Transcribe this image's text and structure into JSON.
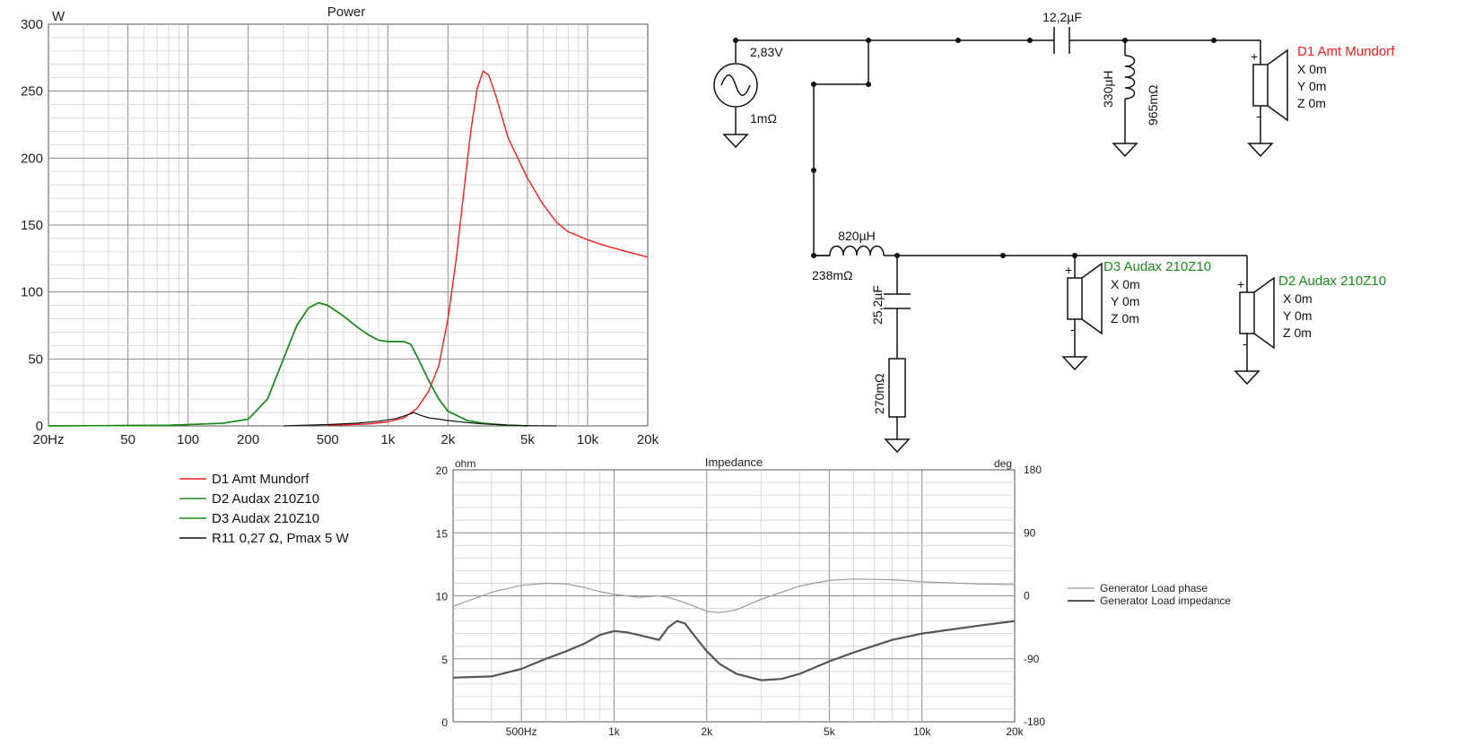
{
  "colors": {
    "d1": "#ff1a1a",
    "d2": "#1a8a1a",
    "d3": "#1a8a1a",
    "r11": "#111111",
    "phase": "#999999",
    "impedance": "#555555",
    "grid_major": "#8c8c8c",
    "grid_minor": "#d0d0d0"
  },
  "chart_data": [
    {
      "type": "line",
      "title": "Power",
      "ylabel": "W",
      "xscale": "log",
      "xlim": [
        20,
        20000
      ],
      "ylim": [
        0,
        300
      ],
      "grid": true,
      "legend_position": "bottom",
      "x_ticks": [
        {
          "v": 20,
          "label": "20Hz"
        },
        {
          "v": 50,
          "label": "50"
        },
        {
          "v": 100,
          "label": "100"
        },
        {
          "v": 200,
          "label": "200"
        },
        {
          "v": 500,
          "label": "500"
        },
        {
          "v": 1000,
          "label": "1k"
        },
        {
          "v": 2000,
          "label": "2k"
        },
        {
          "v": 5000,
          "label": "5k"
        },
        {
          "v": 10000,
          "label": "10k"
        },
        {
          "v": 20000,
          "label": "20k"
        }
      ],
      "y_ticks": [
        {
          "v": 0,
          "label": "0"
        },
        {
          "v": 50,
          "label": "50"
        },
        {
          "v": 100,
          "label": "100"
        },
        {
          "v": 150,
          "label": "150"
        },
        {
          "v": 200,
          "label": "200"
        },
        {
          "v": 250,
          "label": "250"
        },
        {
          "v": 300,
          "label": "300"
        }
      ],
      "series": [
        {
          "name": "D1 Amt Mundorf",
          "color_key": "d1",
          "points": [
            [
              500,
              0.5
            ],
            [
              800,
              1.5
            ],
            [
              1000,
              3
            ],
            [
              1200,
              6
            ],
            [
              1400,
              13
            ],
            [
              1600,
              26
            ],
            [
              1800,
              45
            ],
            [
              2000,
              80
            ],
            [
              2200,
              125
            ],
            [
              2400,
              175
            ],
            [
              2600,
              220
            ],
            [
              2800,
              252
            ],
            [
              3000,
              265
            ],
            [
              3200,
              262
            ],
            [
              3500,
              245
            ],
            [
              4000,
              215
            ],
            [
              5000,
              185
            ],
            [
              6000,
              165
            ],
            [
              7000,
              152
            ],
            [
              8000,
              145
            ],
            [
              10000,
              139
            ],
            [
              12000,
              135
            ],
            [
              15000,
              131
            ],
            [
              20000,
              126
            ]
          ]
        },
        {
          "name": "D2 Audax 210Z10",
          "color_key": "d2",
          "points": [
            [
              20,
              0
            ],
            [
              80,
              0.5
            ],
            [
              100,
              1
            ],
            [
              150,
              2
            ],
            [
              200,
              5
            ],
            [
              250,
              20
            ],
            [
              300,
              50
            ],
            [
              350,
              75
            ],
            [
              400,
              88
            ],
            [
              450,
              92
            ],
            [
              500,
              90
            ],
            [
              600,
              82
            ],
            [
              700,
              74
            ],
            [
              800,
              68
            ],
            [
              900,
              64
            ],
            [
              1000,
              63
            ],
            [
              1200,
              63
            ],
            [
              1300,
              61
            ],
            [
              1400,
              52
            ],
            [
              1600,
              34
            ],
            [
              1800,
              20
            ],
            [
              2000,
              11
            ],
            [
              2500,
              4
            ],
            [
              3000,
              2
            ],
            [
              4000,
              0.5
            ],
            [
              5000,
              0
            ]
          ]
        },
        {
          "name": "D3 Audax 210Z10",
          "color_key": "d3",
          "points": [
            [
              20,
              0
            ],
            [
              80,
              0.5
            ],
            [
              100,
              1
            ],
            [
              150,
              2
            ],
            [
              200,
              5
            ],
            [
              250,
              20
            ],
            [
              300,
              50
            ],
            [
              350,
              75
            ],
            [
              400,
              88
            ],
            [
              450,
              92
            ],
            [
              500,
              90
            ],
            [
              600,
              82
            ],
            [
              700,
              74
            ],
            [
              800,
              68
            ],
            [
              900,
              64
            ],
            [
              1000,
              63
            ],
            [
              1200,
              63
            ],
            [
              1300,
              61
            ],
            [
              1400,
              52
            ],
            [
              1600,
              34
            ],
            [
              1800,
              20
            ],
            [
              2000,
              11
            ],
            [
              2500,
              4
            ],
            [
              3000,
              2
            ],
            [
              4000,
              0.5
            ],
            [
              5000,
              0
            ]
          ]
        },
        {
          "name": "R11 0,27 Ω, Pmax 5 W",
          "color_key": "r11",
          "points": [
            [
              300,
              0
            ],
            [
              500,
              1
            ],
            [
              700,
              2
            ],
            [
              900,
              3.5
            ],
            [
              1100,
              5.5
            ],
            [
              1300,
              9
            ],
            [
              1350,
              10
            ],
            [
              1450,
              8
            ],
            [
              1600,
              6
            ],
            [
              1800,
              5
            ],
            [
              2000,
              4
            ],
            [
              2500,
              2.5
            ],
            [
              3000,
              1.5
            ],
            [
              4000,
              0.6
            ],
            [
              5000,
              0.2
            ],
            [
              7000,
              0
            ]
          ]
        }
      ]
    },
    {
      "type": "line",
      "title": "Impedance",
      "ylabel": "ohm",
      "y2label": "deg",
      "xscale": "log",
      "xlim": [
        300,
        20000
      ],
      "ylim": [
        0,
        20
      ],
      "y2lim": [
        -180,
        180
      ],
      "grid": true,
      "legend_position": "right",
      "x_ticks": [
        {
          "v": 500,
          "label": "500Hz"
        },
        {
          "v": 1000,
          "label": "1k"
        },
        {
          "v": 2000,
          "label": "2k"
        },
        {
          "v": 5000,
          "label": "5k"
        },
        {
          "v": 10000,
          "label": "10k"
        },
        {
          "v": 20000,
          "label": "20k"
        }
      ],
      "y_ticks": [
        {
          "v": 0,
          "label": "0"
        },
        {
          "v": 5,
          "label": "5"
        },
        {
          "v": 10,
          "label": "10"
        },
        {
          "v": 15,
          "label": "15"
        },
        {
          "v": 20,
          "label": "20"
        }
      ],
      "y2_ticks": [
        {
          "v": -180,
          "label": "-180"
        },
        {
          "v": -90,
          "label": "-90"
        },
        {
          "v": 0,
          "label": "0"
        },
        {
          "v": 90,
          "label": "90"
        },
        {
          "v": 180,
          "label": "180"
        }
      ],
      "series": [
        {
          "name": "Generator Load phase",
          "color_key": "phase",
          "axis": "y2",
          "points": [
            [
              300,
              -15
            ],
            [
              400,
              5
            ],
            [
              500,
              15
            ],
            [
              600,
              18
            ],
            [
              700,
              17
            ],
            [
              800,
              12
            ],
            [
              900,
              6
            ],
            [
              1000,
              2
            ],
            [
              1200,
              -2
            ],
            [
              1400,
              0
            ],
            [
              1500,
              -2
            ],
            [
              1700,
              -10
            ],
            [
              2000,
              -22
            ],
            [
              2200,
              -24
            ],
            [
              2500,
              -20
            ],
            [
              3000,
              -5
            ],
            [
              4000,
              14
            ],
            [
              5000,
              22
            ],
            [
              6000,
              24
            ],
            [
              8000,
              23
            ],
            [
              10000,
              20
            ],
            [
              15000,
              17
            ],
            [
              20000,
              16
            ]
          ]
        },
        {
          "name": "Generator Load impedance",
          "color_key": "impedance",
          "axis": "y",
          "points": [
            [
              300,
              3.5
            ],
            [
              400,
              3.6
            ],
            [
              500,
              4.2
            ],
            [
              600,
              5.0
            ],
            [
              700,
              5.6
            ],
            [
              800,
              6.2
            ],
            [
              900,
              6.9
            ],
            [
              1000,
              7.2
            ],
            [
              1100,
              7.1
            ],
            [
              1200,
              6.9
            ],
            [
              1400,
              6.5
            ],
            [
              1500,
              7.5
            ],
            [
              1600,
              8.0
            ],
            [
              1700,
              7.8
            ],
            [
              1800,
              7.0
            ],
            [
              2000,
              5.6
            ],
            [
              2200,
              4.6
            ],
            [
              2500,
              3.8
            ],
            [
              3000,
              3.3
            ],
            [
              3500,
              3.4
            ],
            [
              4000,
              3.8
            ],
            [
              5000,
              4.8
            ],
            [
              6000,
              5.5
            ],
            [
              8000,
              6.5
            ],
            [
              10000,
              7.0
            ],
            [
              15000,
              7.6
            ],
            [
              20000,
              8.0
            ]
          ]
        }
      ]
    }
  ],
  "schematic": {
    "source_voltage": "2,83V",
    "source_impedance": "1mΩ",
    "c1": "12,2µF",
    "l2": "330µH",
    "l2_r": "965mΩ",
    "l1": "820µH",
    "l1_r": "238mΩ",
    "c2": "25,2µF",
    "r11": "270mΩ",
    "d1": {
      "name": "D1 Amt Mundorf",
      "x": "X 0m",
      "y": "Y 0m",
      "z": "Z 0m"
    },
    "d3": {
      "name": "D3 Audax 210Z10",
      "x": "X 0m",
      "y": "Y 0m",
      "z": "Z 0m"
    },
    "d2": {
      "name": "D2 Audax 210Z10",
      "x": "X 0m",
      "y": "Y 0m",
      "z": "Z 0m"
    },
    "plus": "+",
    "minus": "-"
  }
}
